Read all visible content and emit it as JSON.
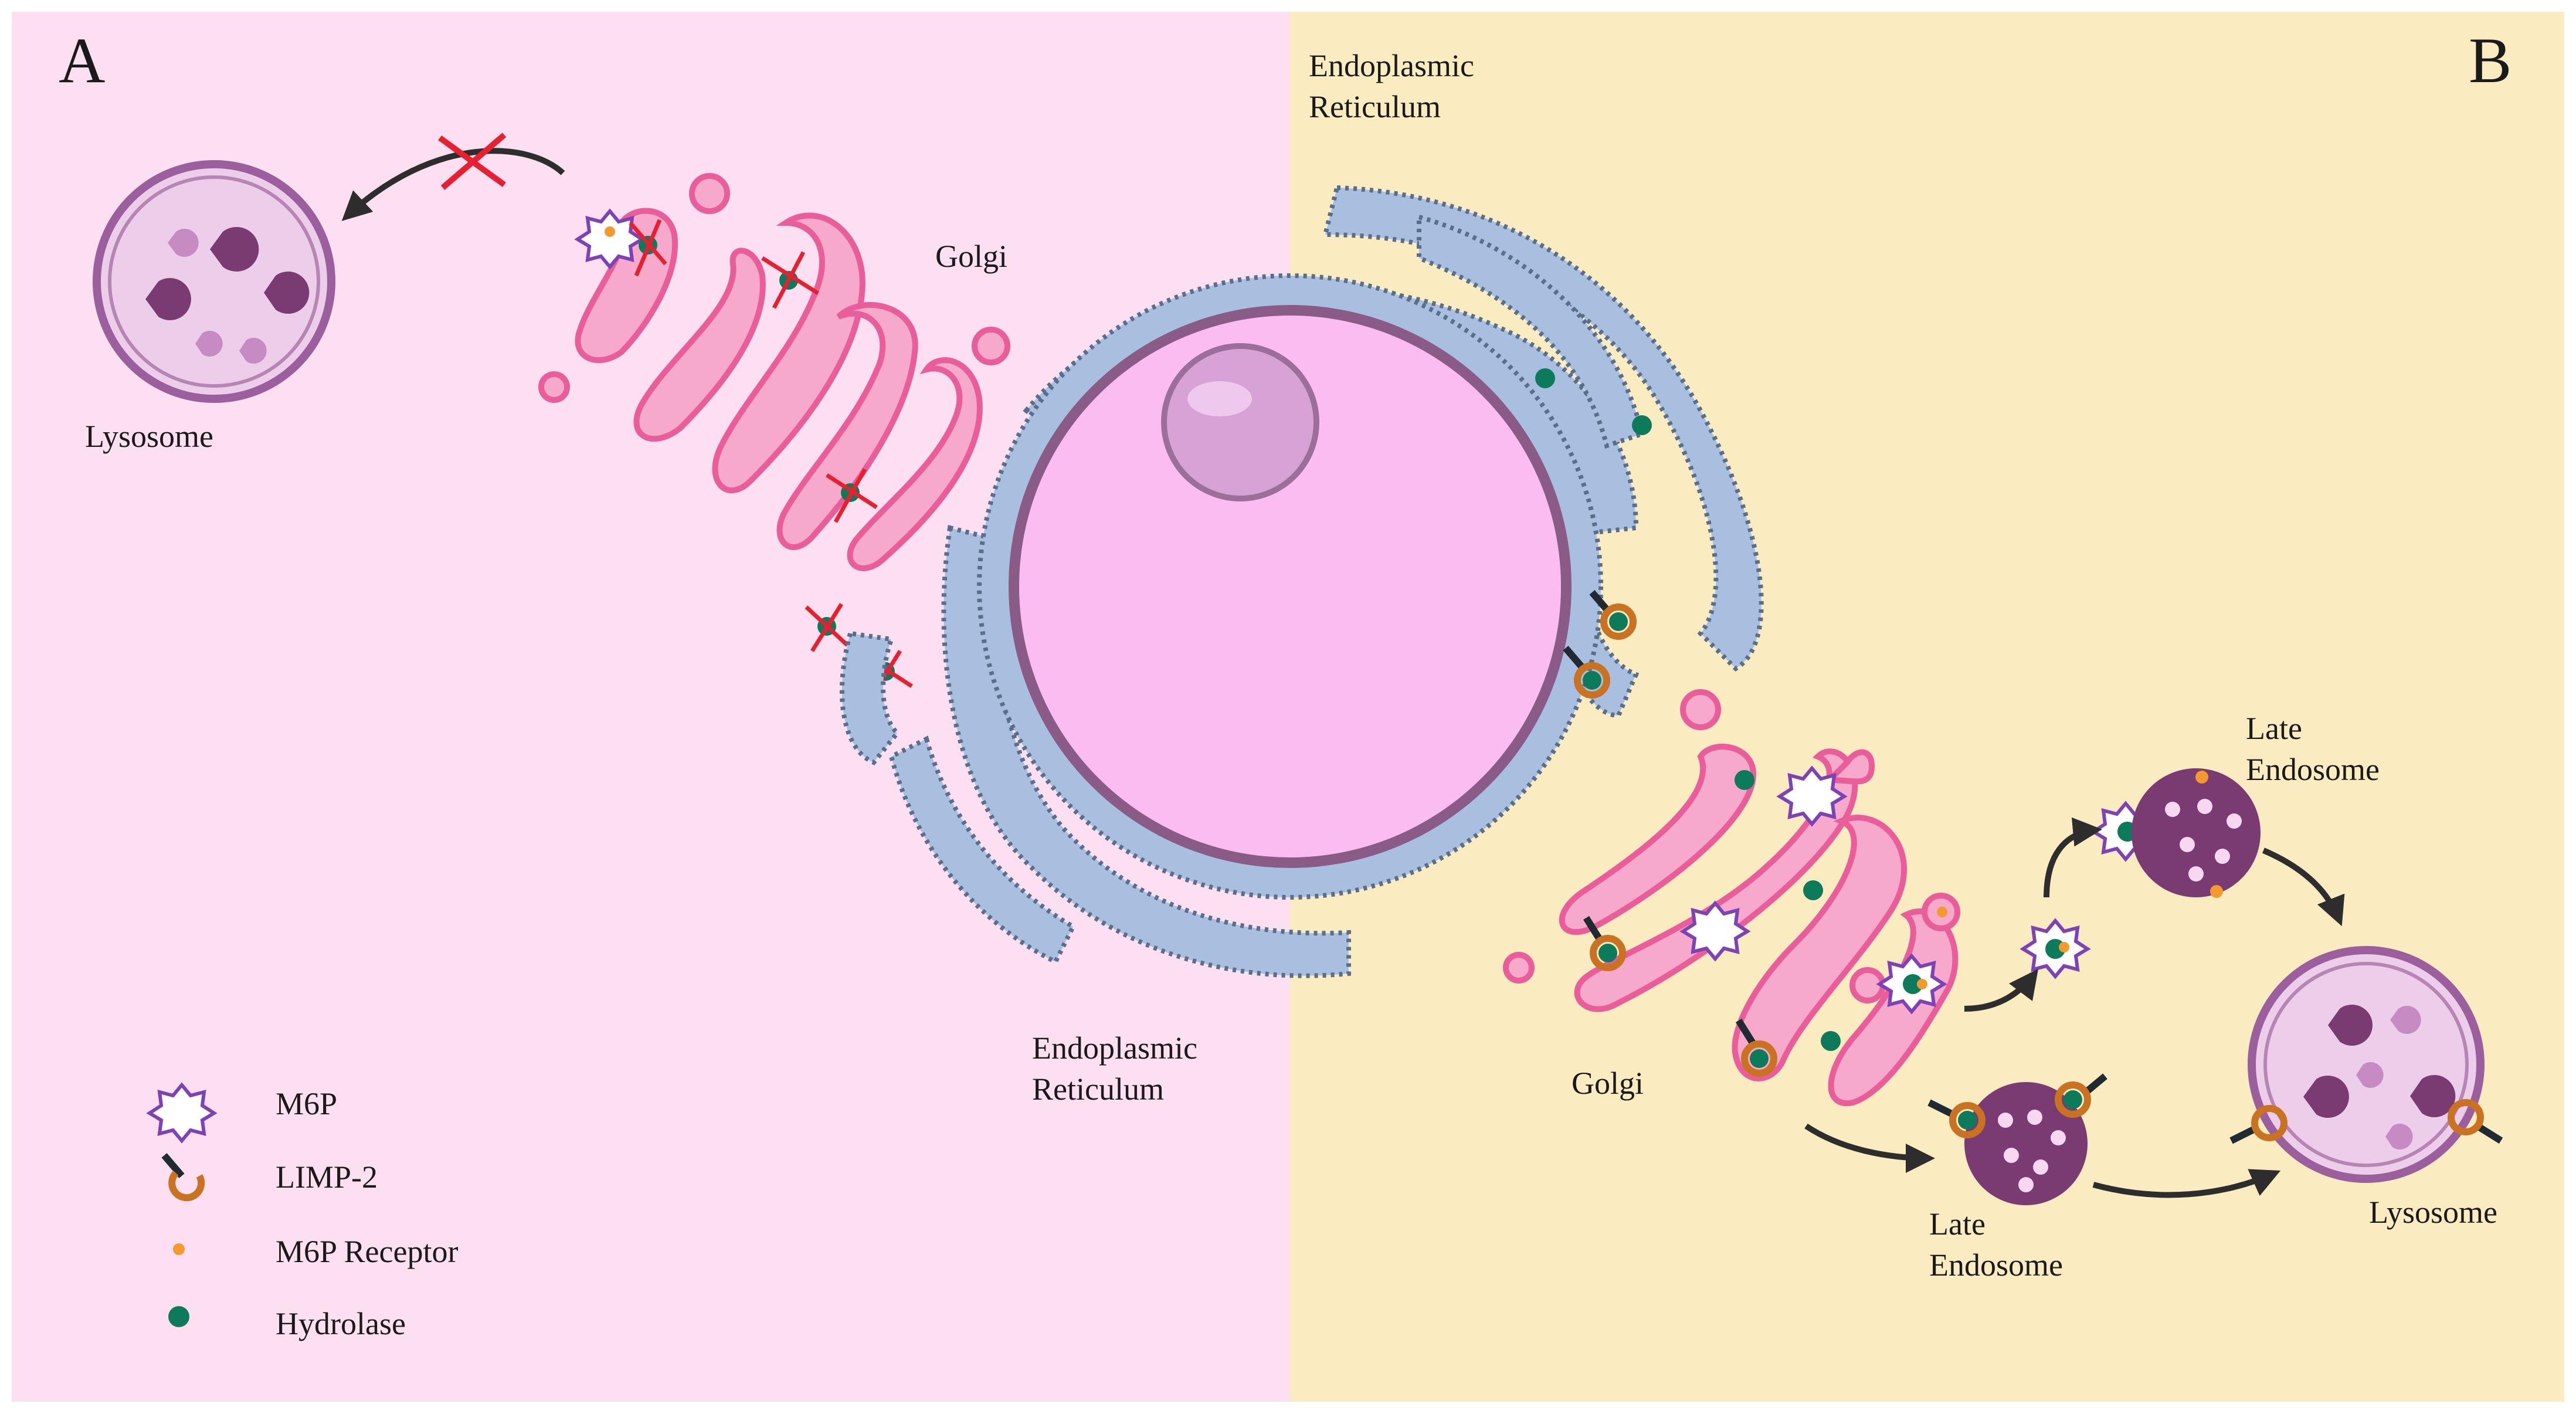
{
  "panels": {
    "a": "A",
    "b": "B"
  },
  "labels": {
    "a_lysosome": "Lysosome",
    "a_golgi": "Golgi",
    "a_er_1": "Endoplasmic",
    "a_er_2": "Reticulum",
    "b_er_1": "Endoplasmic",
    "b_er_2": "Reticulum",
    "b_late_endosome_top_1": "Late",
    "b_late_endosome_top_2": "Endosome",
    "b_golgi": "Golgi",
    "b_late_endosome_bottom_1": "Late",
    "b_late_endosome_bottom_2": "Endosome",
    "b_lysosome": "Lysosome"
  },
  "legend": {
    "items": [
      {
        "icon": "m6p-star-icon",
        "label": "M6P"
      },
      {
        "icon": "limp2-icon",
        "label": "LIMP-2"
      },
      {
        "icon": "m6p-receptor-dot-icon",
        "label": "M6P Receptor"
      },
      {
        "icon": "hydrolase-dot-icon",
        "label": "Hydrolase"
      }
    ]
  },
  "colors": {
    "panel_a_bg": "#fcdff0",
    "panel_b_bg": "#fbebc1",
    "golgi_fill": "#f7a9cc",
    "golgi_stroke": "#e85d9a",
    "er_fill": "#a9bfe0",
    "er_stroke": "#5a6e8c",
    "nucleus_fill": "#fbbcf1",
    "nucleus_ring": "#8a5b87",
    "lysosome_fill": "#eccdea",
    "lysosome_ring": "#9b5f9d",
    "late_endosome": "#7a3a72",
    "hydrolase": "#0d7a5b",
    "m6p_receptor": "#f29a2e",
    "m6p": "#7d42b5",
    "limp2": "#c97222",
    "block_cross": "#e62030"
  }
}
